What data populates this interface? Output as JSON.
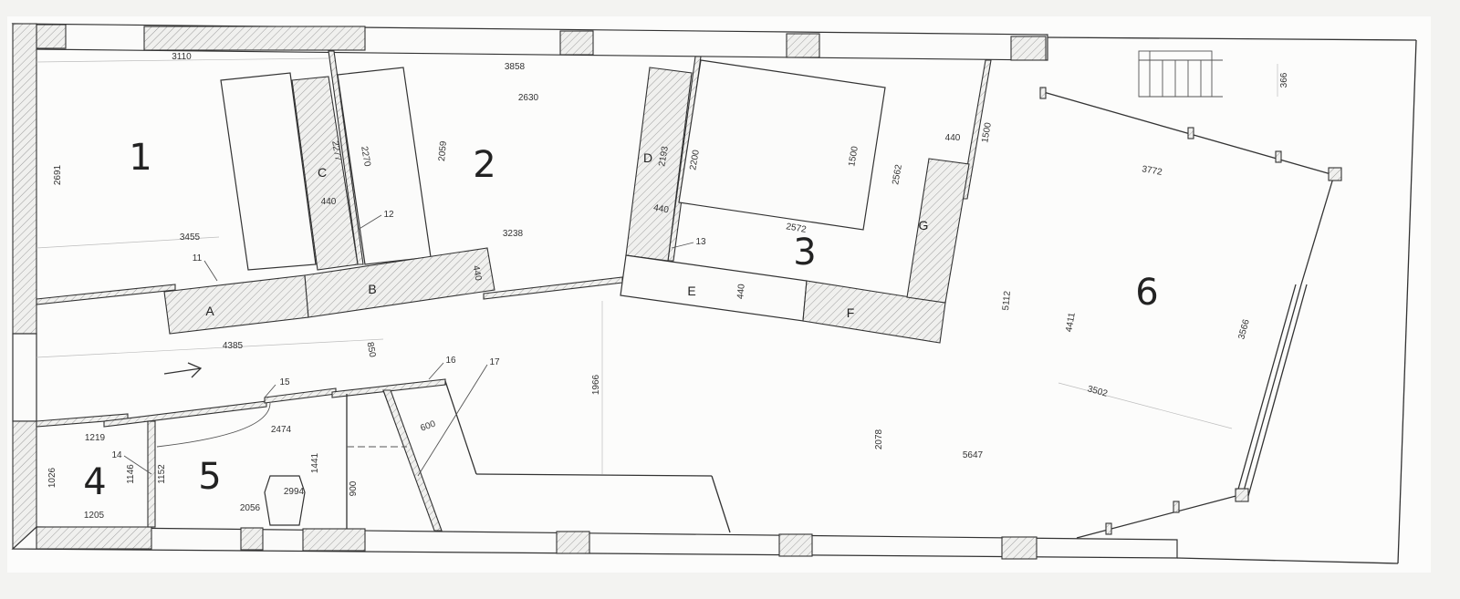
{
  "rooms": [
    {
      "id": "room-1",
      "label": "1"
    },
    {
      "id": "room-2",
      "label": "2"
    },
    {
      "id": "room-3",
      "label": "3"
    },
    {
      "id": "room-4",
      "label": "4"
    },
    {
      "id": "room-5",
      "label": "5"
    },
    {
      "id": "room-6",
      "label": "6"
    }
  ],
  "modules": [
    "A",
    "B",
    "C",
    "D",
    "E",
    "F",
    "G"
  ],
  "callouts": [
    "11",
    "12",
    "13",
    "14",
    "15",
    "16",
    "17"
  ],
  "dimensions": [
    "3110",
    "3858",
    "2630",
    "2691",
    "2277",
    "2270",
    "440",
    "2059",
    "3455",
    "3238",
    "440",
    "2193",
    "2200",
    "440",
    "1500",
    "440",
    "2572",
    "2562",
    "1500",
    "366",
    "3772",
    "440",
    "5112",
    "4411",
    "3566",
    "3502",
    "4385",
    "850",
    "1966",
    "2078",
    "5647",
    "1219",
    "1026",
    "1146",
    "1152",
    "1205",
    "2474",
    "2056",
    "2994",
    "1441",
    "900",
    "600"
  ]
}
